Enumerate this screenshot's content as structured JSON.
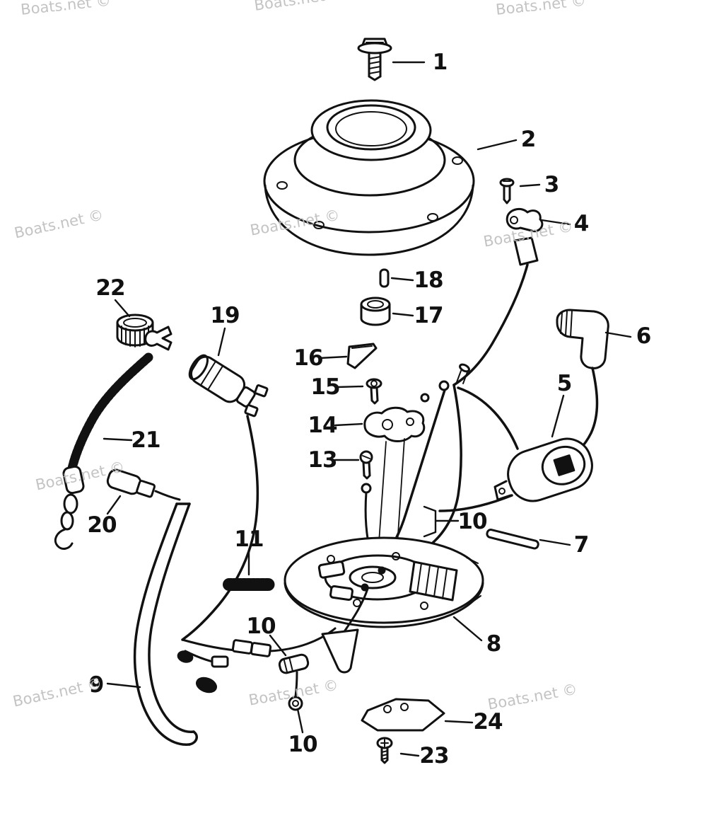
{
  "diagram": {
    "watermark_text": "Boats.net ©",
    "line_color": "#111111",
    "background_color": "#ffffff",
    "watermark_color": "#bdbdbd",
    "parts": [
      {
        "label": "1"
      },
      {
        "label": "2"
      },
      {
        "label": "3"
      },
      {
        "label": "4"
      },
      {
        "label": "5"
      },
      {
        "label": "6"
      },
      {
        "label": "7"
      },
      {
        "label": "8"
      },
      {
        "label": "9"
      },
      {
        "label": "10"
      },
      {
        "label": "10"
      },
      {
        "label": "10"
      },
      {
        "label": "11"
      },
      {
        "label": "13"
      },
      {
        "label": "14"
      },
      {
        "label": "15"
      },
      {
        "label": "16"
      },
      {
        "label": "17"
      },
      {
        "label": "18"
      },
      {
        "label": "19"
      },
      {
        "label": "20"
      },
      {
        "label": "21"
      },
      {
        "label": "22"
      },
      {
        "label": "23"
      },
      {
        "label": "24"
      }
    ]
  }
}
